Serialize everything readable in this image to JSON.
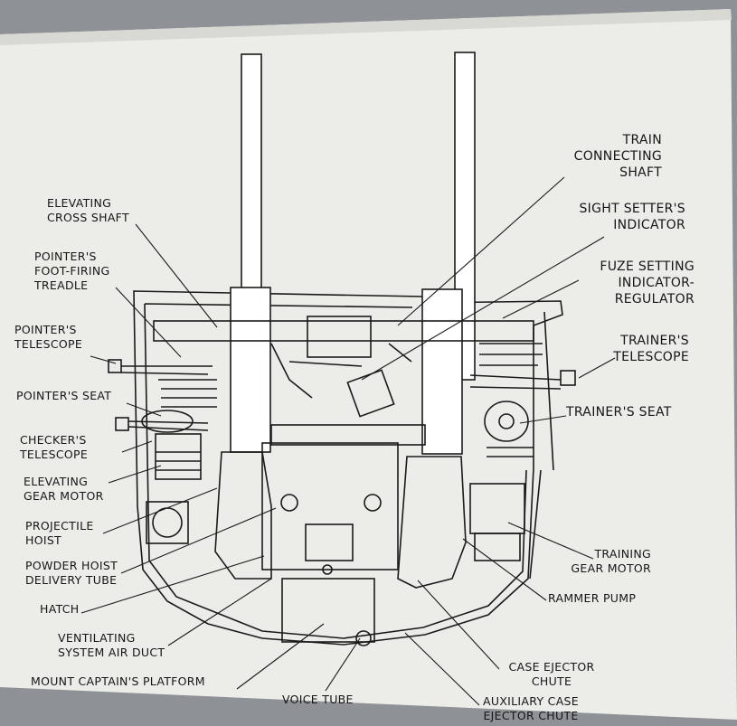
{
  "labels": {
    "elevating_cross_shaft": "ELEVATING\nCROSS SHAFT",
    "pointers_foot_firing_treadle": "POINTER'S\nFOOT-FIRING\nTREADLE",
    "pointers_telescope": "POINTER'S\nTELESCOPE",
    "pointers_seat": "POINTER'S SEAT",
    "checkers_telescope": "CHECKER'S\nTELESCOPE",
    "elevating_gear_motor": "ELEVATING\nGEAR MOTOR",
    "projectile_hoist": "PROJECTILE\nHOIST",
    "powder_hoist_delivery_tube": "POWDER HOIST\nDELIVERY TUBE",
    "hatch": "HATCH",
    "ventilating_system_air_duct": "VENTILATING\nSYSTEM AIR DUCT",
    "mount_captains_platform": "MOUNT CAPTAIN'S PLATFORM",
    "voice_tube": "VOICE TUBE",
    "train_connecting_shaft": "TRAIN\nCONNECTING\nSHAFT",
    "sight_setters_indicator": "SIGHT SETTER'S\nINDICATOR",
    "fuze_setting_indicator_regulator": "FUZE SETTING\nINDICATOR-\nREGULATOR",
    "trainers_telescope": "TRAINER'S\nTELESCOPE",
    "trainers_seat": "TRAINER'S SEAT",
    "training_gear_motor": "TRAINING\nGEAR MOTOR",
    "rammer_pump": "RAMMER PUMP",
    "case_ejector_chute": "CASE EJECTOR\nCHUTE",
    "auxiliary_case_ejector_chute": "AUXILIARY CASE\nEJECTOR CHUTE"
  },
  "colors": {
    "background_wall": "#8e9196",
    "panel": "#eeeeea",
    "ink": "#161616"
  }
}
